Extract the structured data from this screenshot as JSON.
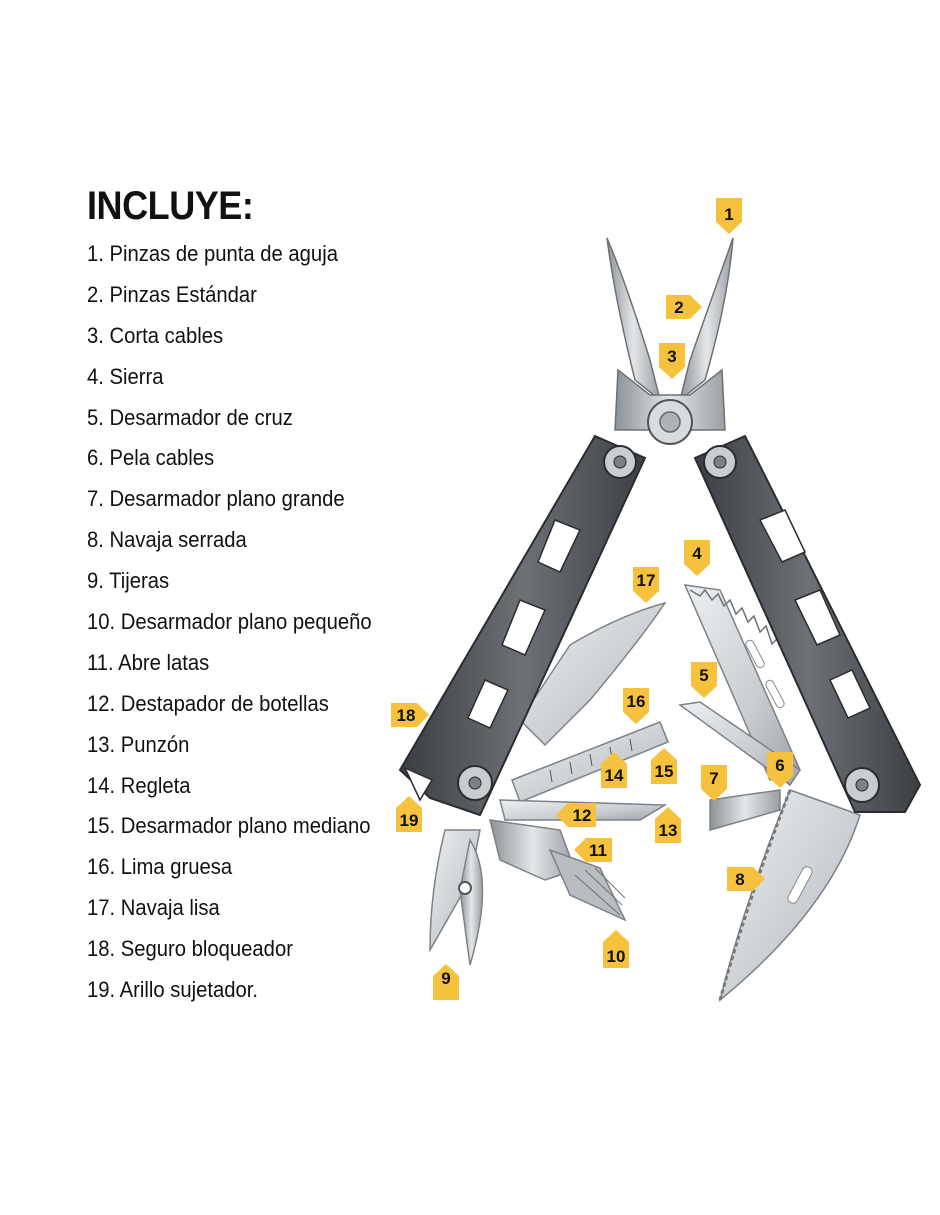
{
  "heading": "INCLUYE:",
  "items": [
    "1. Pinzas de punta de aguja",
    "2. Pinzas Estándar",
    "3. Corta cables",
    "4. Sierra",
    "5. Desarmador de cruz",
    "6. Pela cables",
    "7. Desarmador plano grande",
    "8. Navaja serrada",
    "9. Tijeras",
    "10. Desarmador plano pequeño",
    "11. Abre latas",
    "12. Destapador de botellas",
    "13. Punzón",
    "14. Regleta",
    "15. Desarmador plano mediano",
    "16. Lima gruesa",
    "17. Navaja lisa",
    "18. Seguro bloqueador",
    "19. Arillo sujetador."
  ],
  "callouts": [
    "1",
    "2",
    "3",
    "4",
    "5",
    "6",
    "7",
    "8",
    "9",
    "10",
    "11",
    "12",
    "13",
    "14",
    "15",
    "16",
    "17",
    "18",
    "19"
  ],
  "tag_color": "#f6c23e"
}
